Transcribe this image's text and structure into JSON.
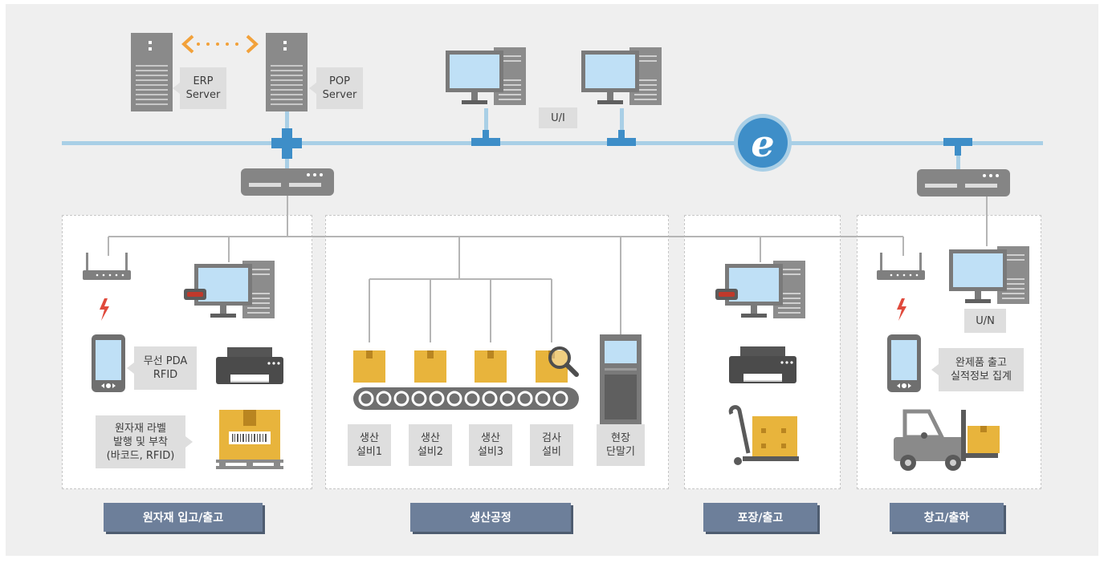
{
  "servers": {
    "erp": "ERP\nServer",
    "pop": "POP\nServer"
  },
  "network": {
    "ui_label": "U/I",
    "un_label": "U/N"
  },
  "raw_material": {
    "pda_label": "무선 PDA\nRFID",
    "label_print": "원자재 라벨\n발행 및 부착\n(바코드, RFID)"
  },
  "production": {
    "equipment": [
      "생산\n설비1",
      "생산\n설비2",
      "생산\n설비3",
      "검사\n설비"
    ],
    "terminal": "현장\n단말기"
  },
  "warehouse": {
    "aggregate": "완제품 출고\n실적정보 집계"
  },
  "sections": [
    "원자재 입고/출고",
    "생산공정",
    "포장/출고",
    "창고/출하"
  ],
  "colors": {
    "network_line": "#a9cfe6",
    "junction": "#3e8ec8",
    "section_bar": "#6d7f9a",
    "box": "#e8b43c",
    "server": "#8a8a8a",
    "arrow": "#f2a13a"
  }
}
